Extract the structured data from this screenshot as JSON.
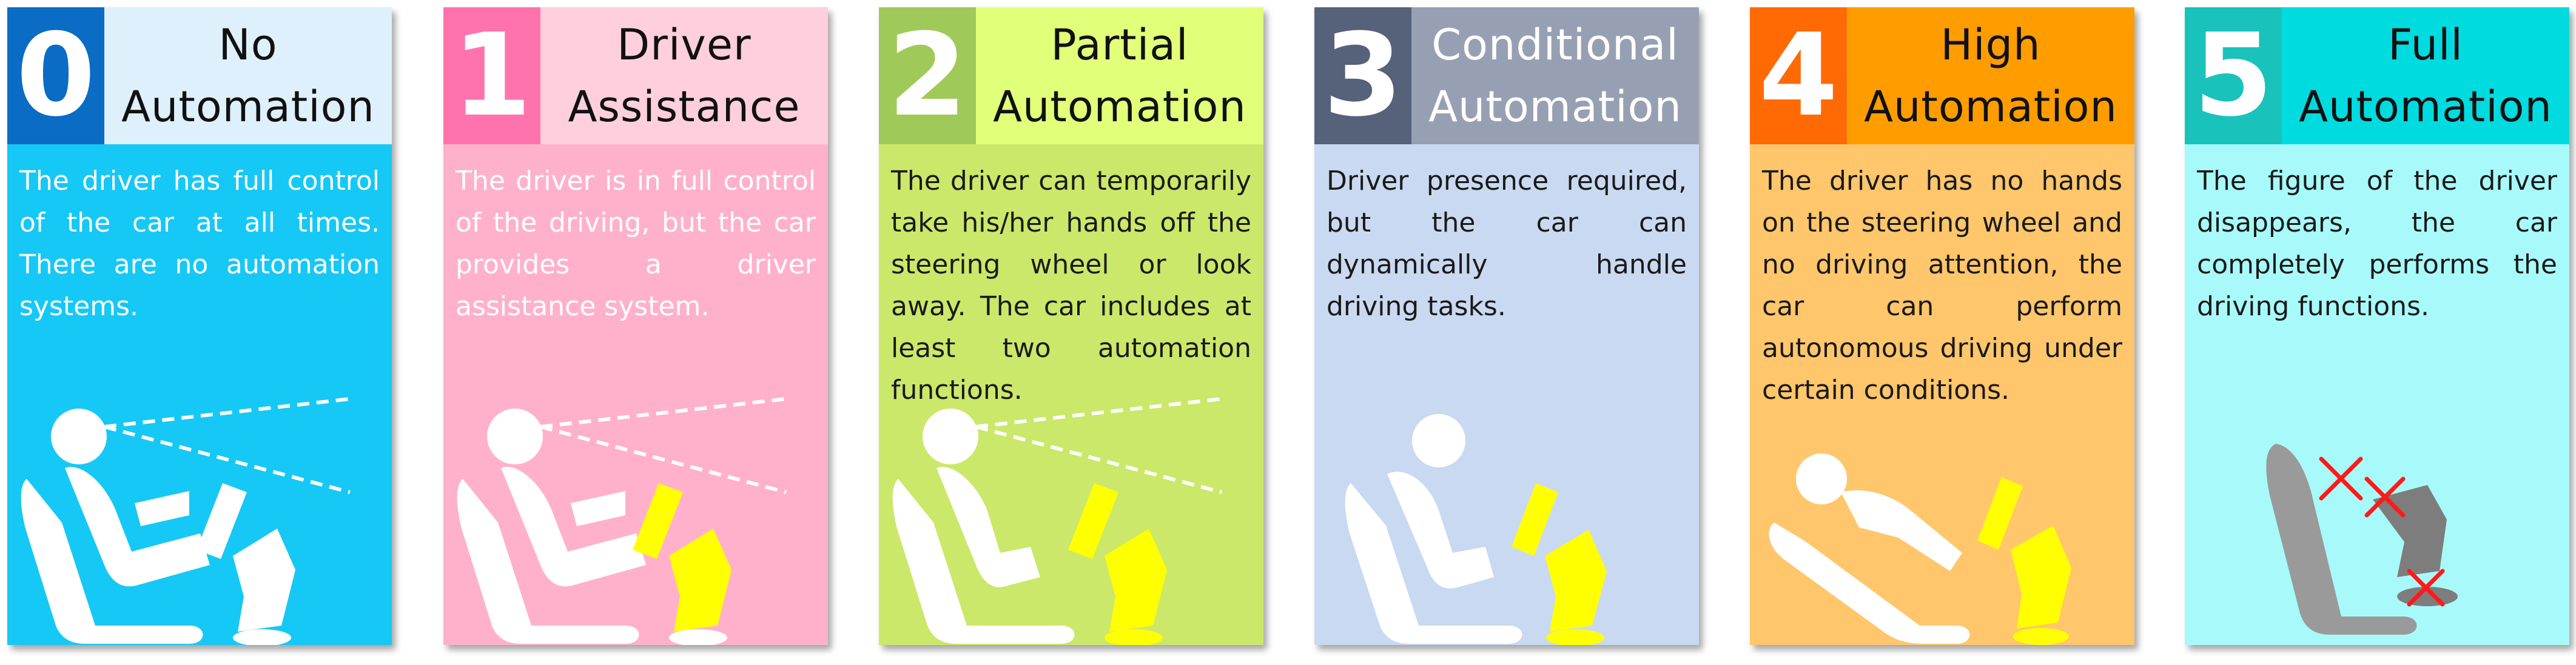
{
  "levels": [
    {
      "number": "0",
      "title": "No\nAutomation",
      "description": "The driver has full control of the car at all times. There are no automation systems.",
      "colors": {
        "number_bg": "#0a6cc4",
        "title_bg": "#def0fc",
        "body_bg": "#16c8f5",
        "desc_text": "#ffffff",
        "title_text": "#111111"
      },
      "illustration": "seated-driver-full-control-icon"
    },
    {
      "number": "1",
      "title": "Driver\nAssistance",
      "description": "The driver is in full control of the driving, but the car provides a driver assistance system.",
      "colors": {
        "number_bg": "#ff73ad",
        "title_bg": "#ffcfde",
        "body_bg": "#ffb1cc",
        "desc_text": "#ffffff",
        "title_text": "#111111"
      },
      "illustration": "seated-driver-with-assistance-icon"
    },
    {
      "number": "2",
      "title": "Partial\nAutomation",
      "description": "The driver can temporarily take his/her hands off the steering wheel or look away. The car includes at least two automation functions.",
      "colors": {
        "number_bg": "#9fca59",
        "title_bg": "#e1ff78",
        "body_bg": "#cbe86a",
        "desc_text": "#1a1a1a",
        "title_text": "#111111"
      },
      "illustration": "seated-driver-partial-automation-icon"
    },
    {
      "number": "3",
      "title": "Conditional\nAutomation",
      "description": "Driver presence required, but the car can dynamically handle driving tasks.",
      "colors": {
        "number_bg": "#56617a",
        "title_bg": "#97a0b3",
        "body_bg": "#c9d9f1",
        "desc_text": "#1a1a1a",
        "title_text": "#ffffff"
      },
      "illustration": "seated-driver-conditional-automation-icon"
    },
    {
      "number": "4",
      "title": "High\nAutomation",
      "description": "The driver has no hands on the steering wheel and no driving attention, the car can perform autonomous driving under certain conditions.",
      "colors": {
        "number_bg": "#ff6a05",
        "title_bg": "#ff9d00",
        "body_bg": "#ffc66b",
        "desc_text": "#1a1a1a",
        "title_text": "#111111"
      },
      "illustration": "reclined-driver-high-automation-icon"
    },
    {
      "number": "5",
      "title": "Full\nAutomation",
      "description": "The figure of the driver disappears, the car completely performs the driving functions.",
      "colors": {
        "number_bg": "#1ac2bc",
        "title_bg": "#00dbe0",
        "body_bg": "#a8fafa",
        "desc_text": "#1a1a1a",
        "title_text": "#111111"
      },
      "illustration": "empty-seat-full-automation-icon"
    }
  ]
}
